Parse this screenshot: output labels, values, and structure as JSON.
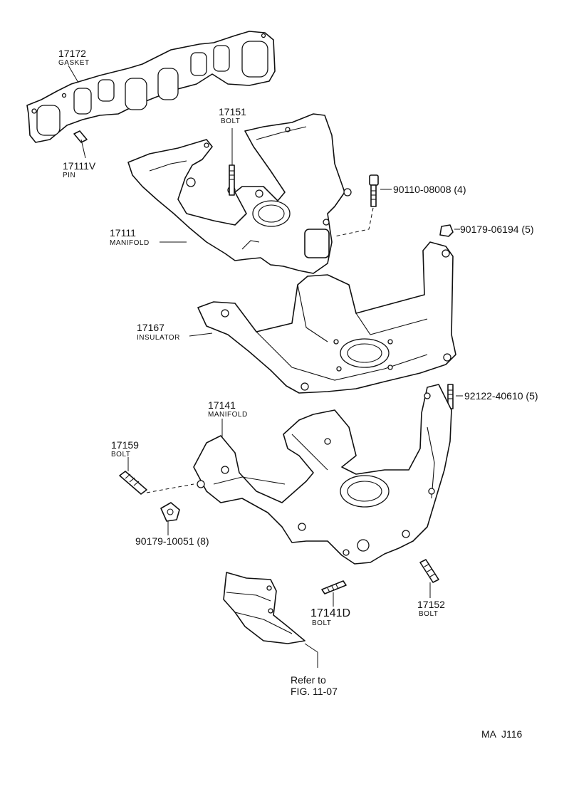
{
  "diagram": {
    "labels": {
      "gasket_number": "17172",
      "gasket_name": "GASKET",
      "pin_number": "17111V",
      "pin_name": "PIN",
      "bolt_17151_number": "17151",
      "bolt_17151_name": "BOLT",
      "bolt_90110": "90110-08008 (4)",
      "manifold_17111_number": "17111",
      "manifold_17111_name": "MANIFOLD",
      "nut_90179_06194": "90179-06194 (5)",
      "insulator_number": "17167",
      "insulator_name": "INSULATOR",
      "stud_92122": "92122-40610 (5)",
      "manifold_17141_number": "17141",
      "manifold_17141_name": "MANIFOLD",
      "bolt_17159_number": "17159",
      "bolt_17159_name": "BOLT",
      "nut_90179_10051": "90179-10051 (8)",
      "bolt_17141d_number": "17141D",
      "bolt_17141d_name": "BOLT",
      "bolt_17152_number": "17152",
      "bolt_17152_name": "BOLT",
      "refer_line1": "Refer to",
      "refer_line2": "FIG. 11-07",
      "figure_code": "MA  J116"
    }
  }
}
